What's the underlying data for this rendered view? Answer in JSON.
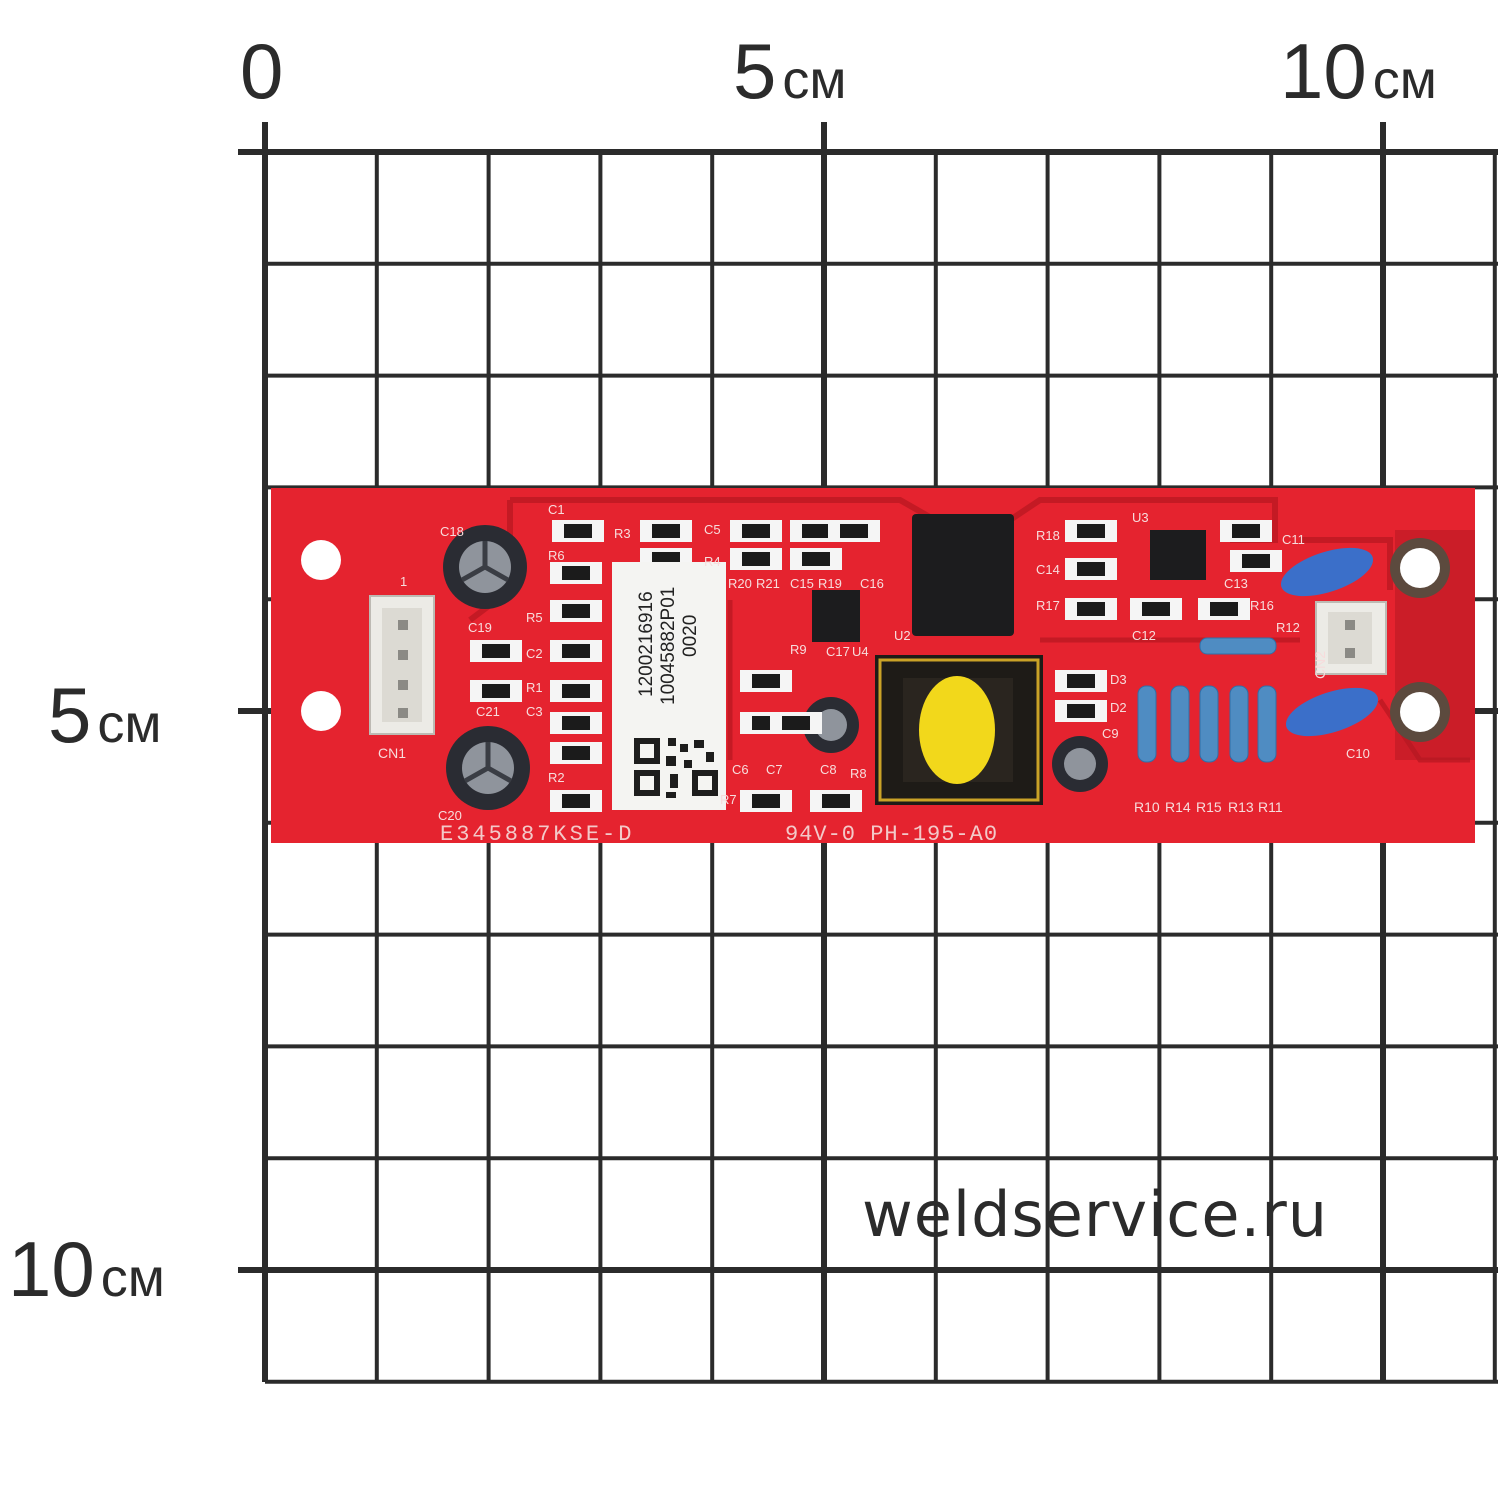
{
  "ruler": {
    "top": [
      {
        "value": "0",
        "unit": ""
      },
      {
        "value": "5",
        "unit": "см"
      },
      {
        "value": "10",
        "unit": "см"
      }
    ],
    "left": [
      {
        "value": "5",
        "unit": "см"
      },
      {
        "value": "10",
        "unit": "см"
      }
    ]
  },
  "watermark": "weldservice.ru",
  "board": {
    "color": "#e5232f",
    "sticker": [
      "1200216916",
      "10045882P01",
      "0020"
    ],
    "silkscreen": {
      "bottom_text": "E345887KSE-D",
      "rating_text": "94V-0  PH-195-A0",
      "connectors": [
        "CN1",
        "CN2"
      ],
      "resistor_row": [
        "R10",
        "R14",
        "R15",
        "R13",
        "R11"
      ],
      "labels": [
        "C1",
        "C18",
        "R3",
        "C5",
        "R6",
        "R4",
        "R20",
        "R21",
        "C15",
        "R19",
        "C16",
        "R5",
        "C2",
        "R1",
        "C3",
        "R2",
        "C20",
        "C19",
        "C21",
        "C17",
        "U4",
        "U2",
        "R9",
        "R18",
        "U3",
        "C14",
        "R17",
        "C13",
        "R16",
        "C12",
        "R12",
        "C11",
        "C10",
        "D3",
        "D2",
        "C9",
        "C6",
        "C7",
        "C8",
        "R8",
        "R7",
        "1"
      ]
    }
  }
}
